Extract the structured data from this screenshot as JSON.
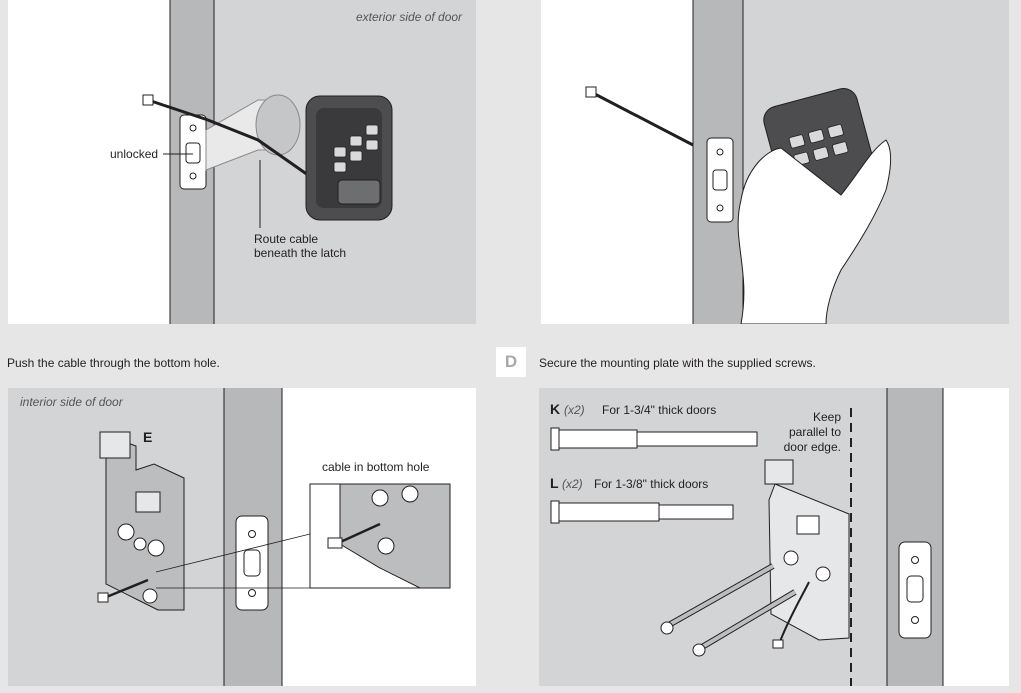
{
  "panel_tl": {
    "exterior_label": "exterior side of door",
    "unlocked_label": "unlocked",
    "route_cable_line1": "Route cable",
    "route_cable_line2": "beneath the latch"
  },
  "captions": {
    "left": "Push the cable through the bottom hole.",
    "right_step": "D",
    "right": "Secure the mounting plate with the supplied screws."
  },
  "panel_bl": {
    "interior_label": "interior side of door",
    "part_letter": "E",
    "inset_label": "cable in bottom hole"
  },
  "panel_br": {
    "k_letter": "K",
    "k_qty": "(x2)",
    "k_desc": "For 1-3/4\" thick doors",
    "l_letter": "L",
    "l_qty": "(x2)",
    "l_desc": "For 1-3/8\" thick doors",
    "keep_line1": "Keep",
    "keep_line2": "parallel to",
    "keep_line3": "door edge."
  },
  "colors": {
    "background": "#e6e6e6",
    "door_gray": "#d3d4d5",
    "edge_gray": "#b7b8ba",
    "line": "#231f20",
    "keypad": "#4d4d4f"
  }
}
